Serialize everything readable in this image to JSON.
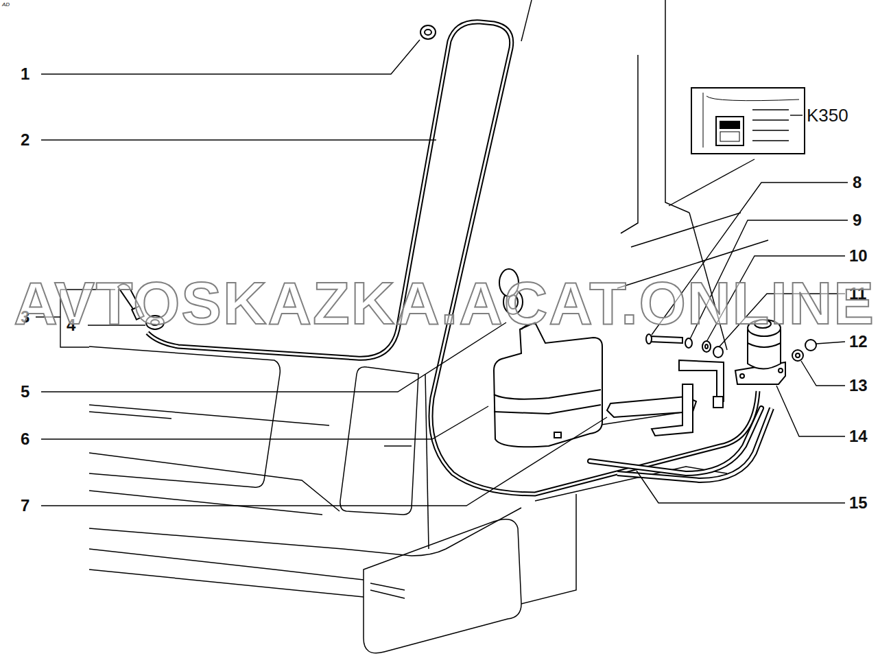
{
  "diagram": {
    "labels": [
      "AD",
      "1",
      "2",
      "3",
      "4",
      "5",
      "6",
      "7",
      "8",
      "9",
      "10",
      "11",
      "12",
      "13",
      "14",
      "15",
      "K350",
      "AVTOSKAZKA.ACAT.ONLINE"
    ]
  }
}
